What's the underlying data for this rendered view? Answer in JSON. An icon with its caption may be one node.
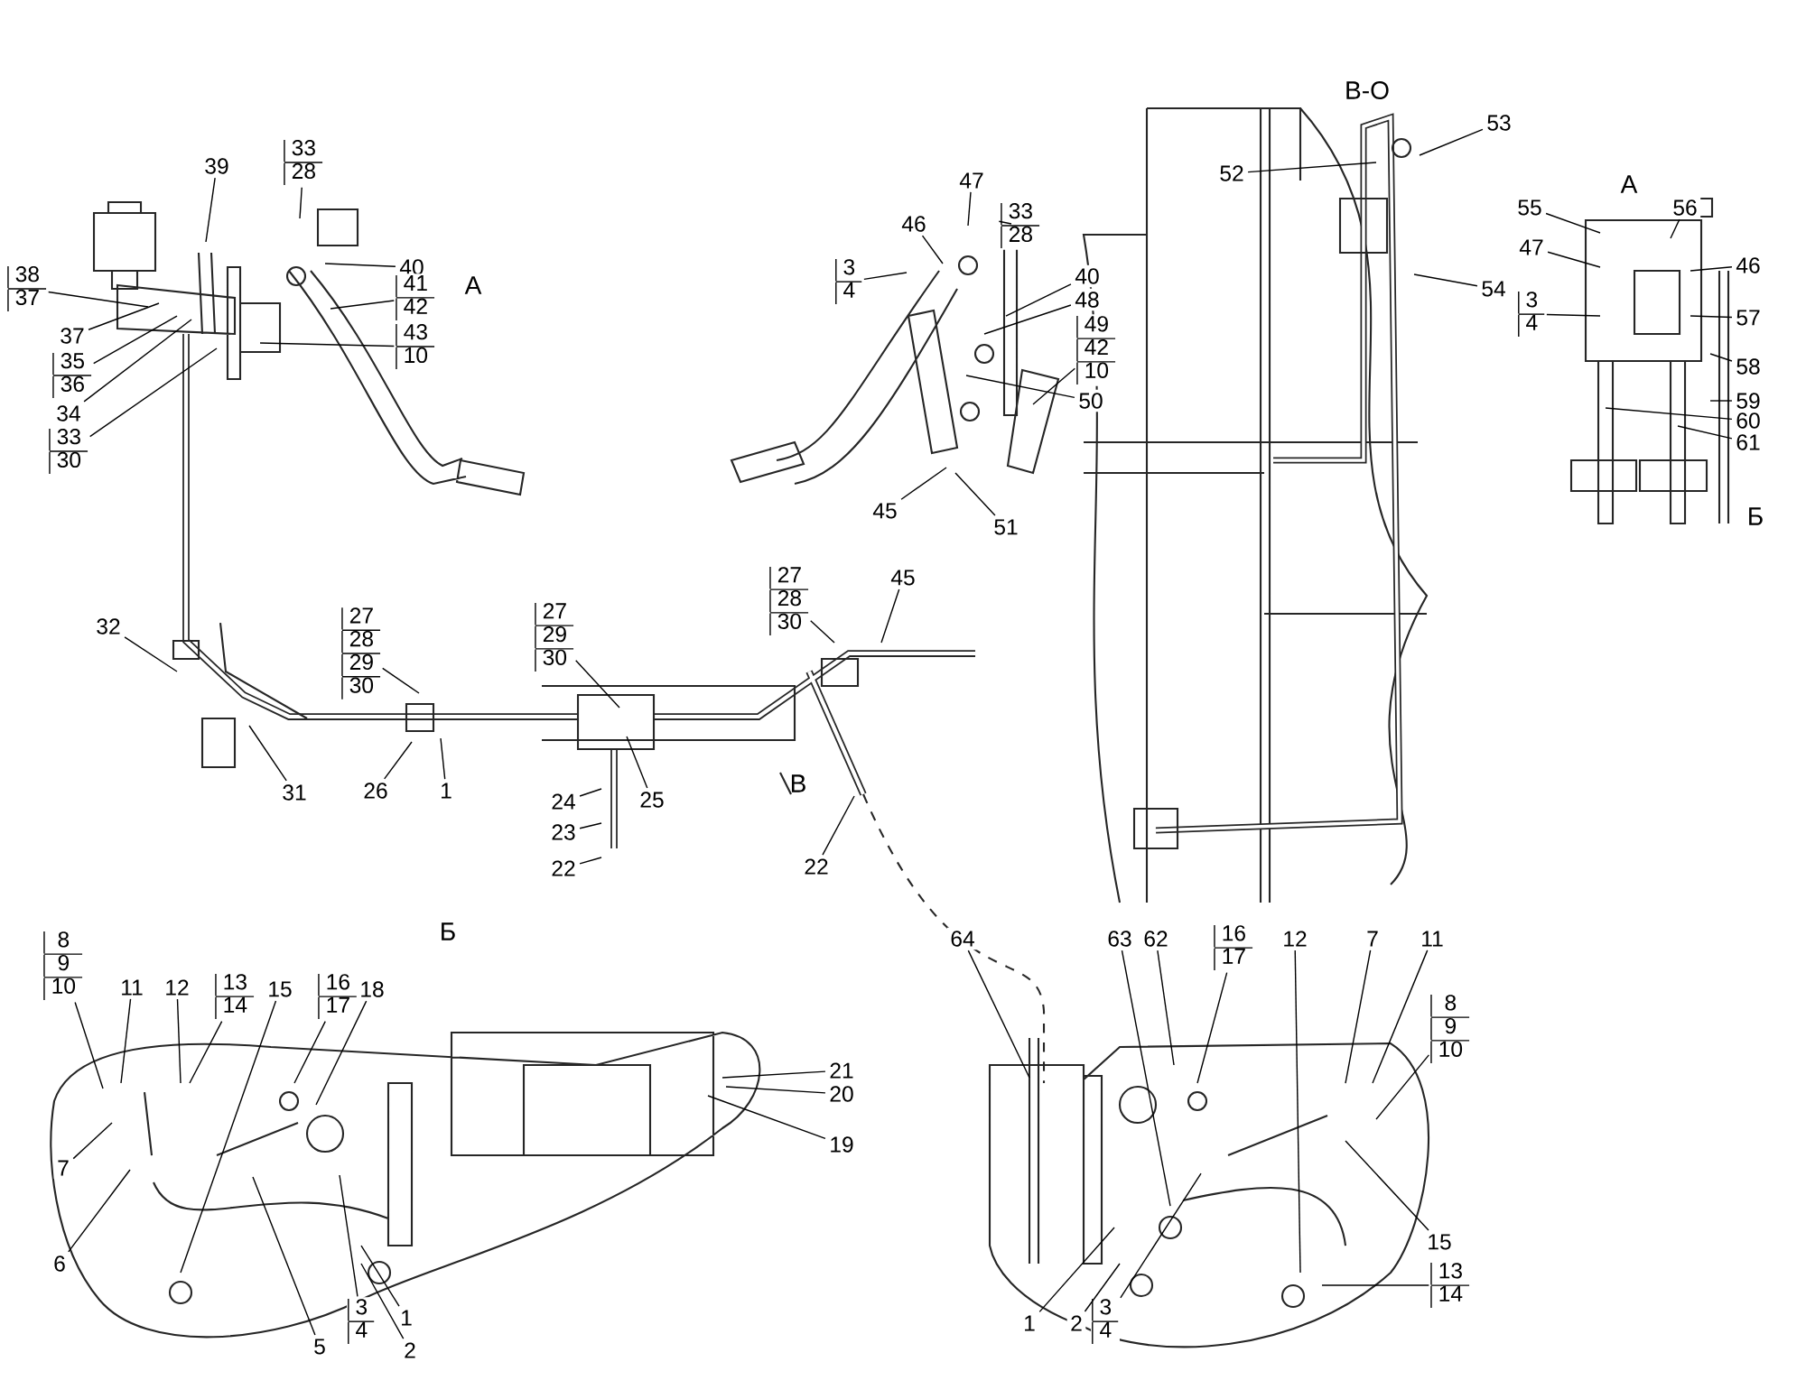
{
  "diagram": {
    "nodes": [
      {
        "text": [
          "39"
        ]
      },
      {
        "text": [
          "33",
          "28"
        ]
      },
      {
        "text": [
          "38",
          "37"
        ]
      },
      {
        "text": [
          "37"
        ]
      },
      {
        "text": [
          "35",
          "36"
        ]
      },
      {
        "text": [
          "34"
        ]
      },
      {
        "text": [
          "33",
          "30"
        ]
      },
      {
        "text": [
          "40"
        ]
      },
      {
        "text": [
          "41",
          "42"
        ]
      },
      {
        "text": [
          "43",
          "10"
        ]
      },
      {
        "text": [
          "46"
        ]
      },
      {
        "text": [
          "47"
        ]
      },
      {
        "text": [
          "33",
          "28"
        ]
      },
      {
        "text": [
          "3",
          "4"
        ]
      },
      {
        "text": [
          "40"
        ]
      },
      {
        "text": [
          "48"
        ]
      },
      {
        "text": [
          "49",
          "42",
          "10"
        ]
      },
      {
        "text": [
          "50"
        ]
      },
      {
        "text": [
          "45"
        ]
      },
      {
        "text": [
          "51"
        ]
      },
      {
        "text": [
          "52"
        ]
      },
      {
        "text": [
          "53"
        ]
      },
      {
        "text": [
          "54"
        ]
      },
      {
        "text": [
          "55"
        ]
      },
      {
        "text": [
          "47"
        ]
      },
      {
        "text": [
          "56"
        ]
      },
      {
        "text": [
          "46"
        ]
      },
      {
        "text": [
          "3",
          "4"
        ]
      },
      {
        "text": [
          "57"
        ]
      },
      {
        "text": [
          "58"
        ]
      },
      {
        "text": [
          "59"
        ]
      },
      {
        "text": [
          "60"
        ]
      },
      {
        "text": [
          "61"
        ]
      },
      {
        "text": [
          "32"
        ]
      },
      {
        "text": [
          "31"
        ]
      },
      {
        "text": [
          "27",
          "28",
          "29",
          "30"
        ]
      },
      {
        "text": [
          "26"
        ]
      },
      {
        "text": [
          "1"
        ]
      },
      {
        "text": [
          "27",
          "29",
          "30"
        ]
      },
      {
        "text": [
          "24"
        ]
      },
      {
        "text": [
          "23"
        ]
      },
      {
        "text": [
          "22"
        ]
      },
      {
        "text": [
          "25"
        ]
      },
      {
        "text": [
          "27",
          "28",
          "30"
        ]
      },
      {
        "text": [
          "45"
        ]
      },
      {
        "text": [
          "22"
        ]
      },
      {
        "text": [
          "8",
          "9",
          "10"
        ]
      },
      {
        "text": [
          "11"
        ]
      },
      {
        "text": [
          "12"
        ]
      },
      {
        "text": [
          "13",
          "14"
        ]
      },
      {
        "text": [
          "15"
        ]
      },
      {
        "text": [
          "16",
          "17"
        ]
      },
      {
        "text": [
          "18"
        ]
      },
      {
        "text": [
          "21"
        ]
      },
      {
        "text": [
          "20"
        ]
      },
      {
        "text": [
          "19"
        ]
      },
      {
        "text": [
          "7"
        ]
      },
      {
        "text": [
          "6"
        ]
      },
      {
        "text": [
          "5"
        ]
      },
      {
        "text": [
          "3",
          "4"
        ]
      },
      {
        "text": [
          "1"
        ]
      },
      {
        "text": [
          "2"
        ]
      },
      {
        "text": [
          "64"
        ]
      },
      {
        "text": [
          "63"
        ]
      },
      {
        "text": [
          "62"
        ]
      },
      {
        "text": [
          "16",
          "17"
        ]
      },
      {
        "text": [
          "12"
        ]
      },
      {
        "text": [
          "7"
        ]
      },
      {
        "text": [
          "11"
        ]
      },
      {
        "text": [
          "8",
          "9",
          "10"
        ]
      },
      {
        "text": [
          "15"
        ]
      },
      {
        "text": [
          "13",
          "14"
        ]
      },
      {
        "text": [
          "1"
        ]
      },
      {
        "text": [
          "2"
        ]
      },
      {
        "text": [
          "3",
          "4"
        ]
      }
    ],
    "edges": [
      {
        "from": 0,
        "to": null,
        "arrow": "none"
      },
      {
        "from": 1,
        "to": null,
        "arrow": "none"
      },
      {
        "from": 2,
        "to": null,
        "arrow": "none"
      },
      {
        "from": 3,
        "to": null,
        "arrow": "none"
      },
      {
        "from": 4,
        "to": null,
        "arrow": "none"
      },
      {
        "from": 5,
        "to": null,
        "arrow": "none"
      },
      {
        "from": 6,
        "to": null,
        "arrow": "none"
      },
      {
        "from": 7,
        "to": null,
        "arrow": "none"
      },
      {
        "from": 8,
        "to": null,
        "arrow": "none"
      },
      {
        "from": 9,
        "to": null,
        "arrow": "none"
      },
      {
        "from": 10,
        "to": null,
        "arrow": "none"
      },
      {
        "from": 11,
        "to": null,
        "arrow": "none"
      },
      {
        "from": 12,
        "to": null,
        "arrow": "none"
      },
      {
        "from": 13,
        "to": null,
        "arrow": "none"
      },
      {
        "from": 14,
        "to": null,
        "arrow": "none"
      },
      {
        "from": 15,
        "to": null,
        "arrow": "none"
      },
      {
        "from": 16,
        "to": null,
        "arrow": "none"
      },
      {
        "from": 17,
        "to": null,
        "arrow": "none"
      },
      {
        "from": 18,
        "to": null,
        "arrow": "none"
      },
      {
        "from": 19,
        "to": null,
        "arrow": "none"
      },
      {
        "from": 20,
        "to": null,
        "arrow": "none"
      },
      {
        "from": 21,
        "to": null,
        "arrow": "none"
      },
      {
        "from": 22,
        "to": null,
        "arrow": "none"
      },
      {
        "from": 23,
        "to": null,
        "arrow": "none"
      },
      {
        "from": 24,
        "to": null,
        "arrow": "none"
      },
      {
        "from": 25,
        "to": null,
        "arrow": "none"
      },
      {
        "from": 26,
        "to": null,
        "arrow": "none"
      },
      {
        "from": 27,
        "to": null,
        "arrow": "none"
      },
      {
        "from": 28,
        "to": null,
        "arrow": "none"
      },
      {
        "from": 29,
        "to": null,
        "arrow": "none"
      },
      {
        "from": 30,
        "to": null,
        "arrow": "none"
      },
      {
        "from": 31,
        "to": null,
        "arrow": "none"
      },
      {
        "from": 32,
        "to": null,
        "arrow": "none"
      },
      {
        "from": 33,
        "to": null,
        "arrow": "none"
      },
      {
        "from": 34,
        "to": null,
        "arrow": "none"
      },
      {
        "from": 35,
        "to": null,
        "arrow": "none"
      },
      {
        "from": 36,
        "to": null,
        "arrow": "none"
      },
      {
        "from": 37,
        "to": null,
        "arrow": "none"
      },
      {
        "from": 38,
        "to": null,
        "arrow": "none"
      },
      {
        "from": 39,
        "to": null,
        "arrow": "none"
      },
      {
        "from": 40,
        "to": null,
        "arrow": "none"
      },
      {
        "from": 41,
        "to": null,
        "arrow": "none"
      },
      {
        "from": 42,
        "to": null,
        "arrow": "none"
      },
      {
        "from": 43,
        "to": null,
        "arrow": "none"
      },
      {
        "from": 44,
        "to": null,
        "arrow": "none"
      },
      {
        "from": 45,
        "to": null,
        "arrow": "none"
      },
      {
        "from": 46,
        "to": null,
        "arrow": "none"
      },
      {
        "from": 47,
        "to": null,
        "arrow": "none"
      },
      {
        "from": 48,
        "to": null,
        "arrow": "none"
      },
      {
        "from": 49,
        "to": null,
        "arrow": "none"
      },
      {
        "from": 50,
        "to": null,
        "arrow": "none"
      },
      {
        "from": 51,
        "to": null,
        "arrow": "none"
      },
      {
        "from": 52,
        "to": null,
        "arrow": "none"
      },
      {
        "from": 53,
        "to": null,
        "arrow": "none"
      },
      {
        "from": 54,
        "to": null,
        "arrow": "none"
      },
      {
        "from": 55,
        "to": null,
        "arrow": "none"
      },
      {
        "from": 56,
        "to": null,
        "arrow": "none"
      },
      {
        "from": 57,
        "to": null,
        "arrow": "none"
      },
      {
        "from": 58,
        "to": null,
        "arrow": "none"
      },
      {
        "from": 59,
        "to": null,
        "arrow": "none"
      },
      {
        "from": 60,
        "to": null,
        "arrow": "none"
      },
      {
        "from": 61,
        "to": null,
        "arrow": "none"
      },
      {
        "from": 62,
        "to": null,
        "arrow": "none"
      },
      {
        "from": 63,
        "to": null,
        "arrow": "none"
      },
      {
        "from": 64,
        "to": null,
        "arrow": "none"
      },
      {
        "from": 65,
        "to": null,
        "arrow": "none"
      },
      {
        "from": 66,
        "to": null,
        "arrow": "none"
      },
      {
        "from": 67,
        "to": null,
        "arrow": "none"
      },
      {
        "from": 68,
        "to": null,
        "arrow": "none"
      },
      {
        "from": 69,
        "to": null,
        "arrow": "none"
      },
      {
        "from": 70,
        "to": null,
        "arrow": "none"
      },
      {
        "from": 71,
        "to": null,
        "arrow": "none"
      },
      {
        "from": 72,
        "to": null,
        "arrow": "none"
      },
      {
        "from": 73,
        "to": null,
        "arrow": "none"
      },
      {
        "from": 74,
        "to": null,
        "arrow": "none"
      }
    ],
    "labels": [
      "А",
      "В-О",
      "А",
      "Б",
      "В",
      "Б"
    ]
  }
}
